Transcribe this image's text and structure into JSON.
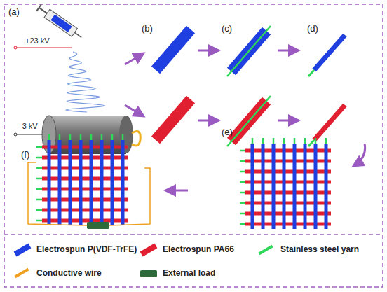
{
  "diagram": {
    "labels": [
      "(a)",
      "(b)",
      "(c)",
      "(d)",
      "+23 kV",
      "-3 kV",
      "(f)",
      "(e)"
    ],
    "legend": [
      {
        "text": "Electrospun P(VDF-TrFE)",
        "color": "#1f3fe0"
      },
      {
        "text": "Electrospun PA66",
        "color": "#e02030"
      },
      {
        "text": "Stainless steel yarn",
        "color": "#2ed65a"
      },
      {
        "text": "Conductive wire",
        "color": "#f0a020"
      },
      {
        "text": "External load",
        "color": "#2f6a3a"
      }
    ]
  }
}
